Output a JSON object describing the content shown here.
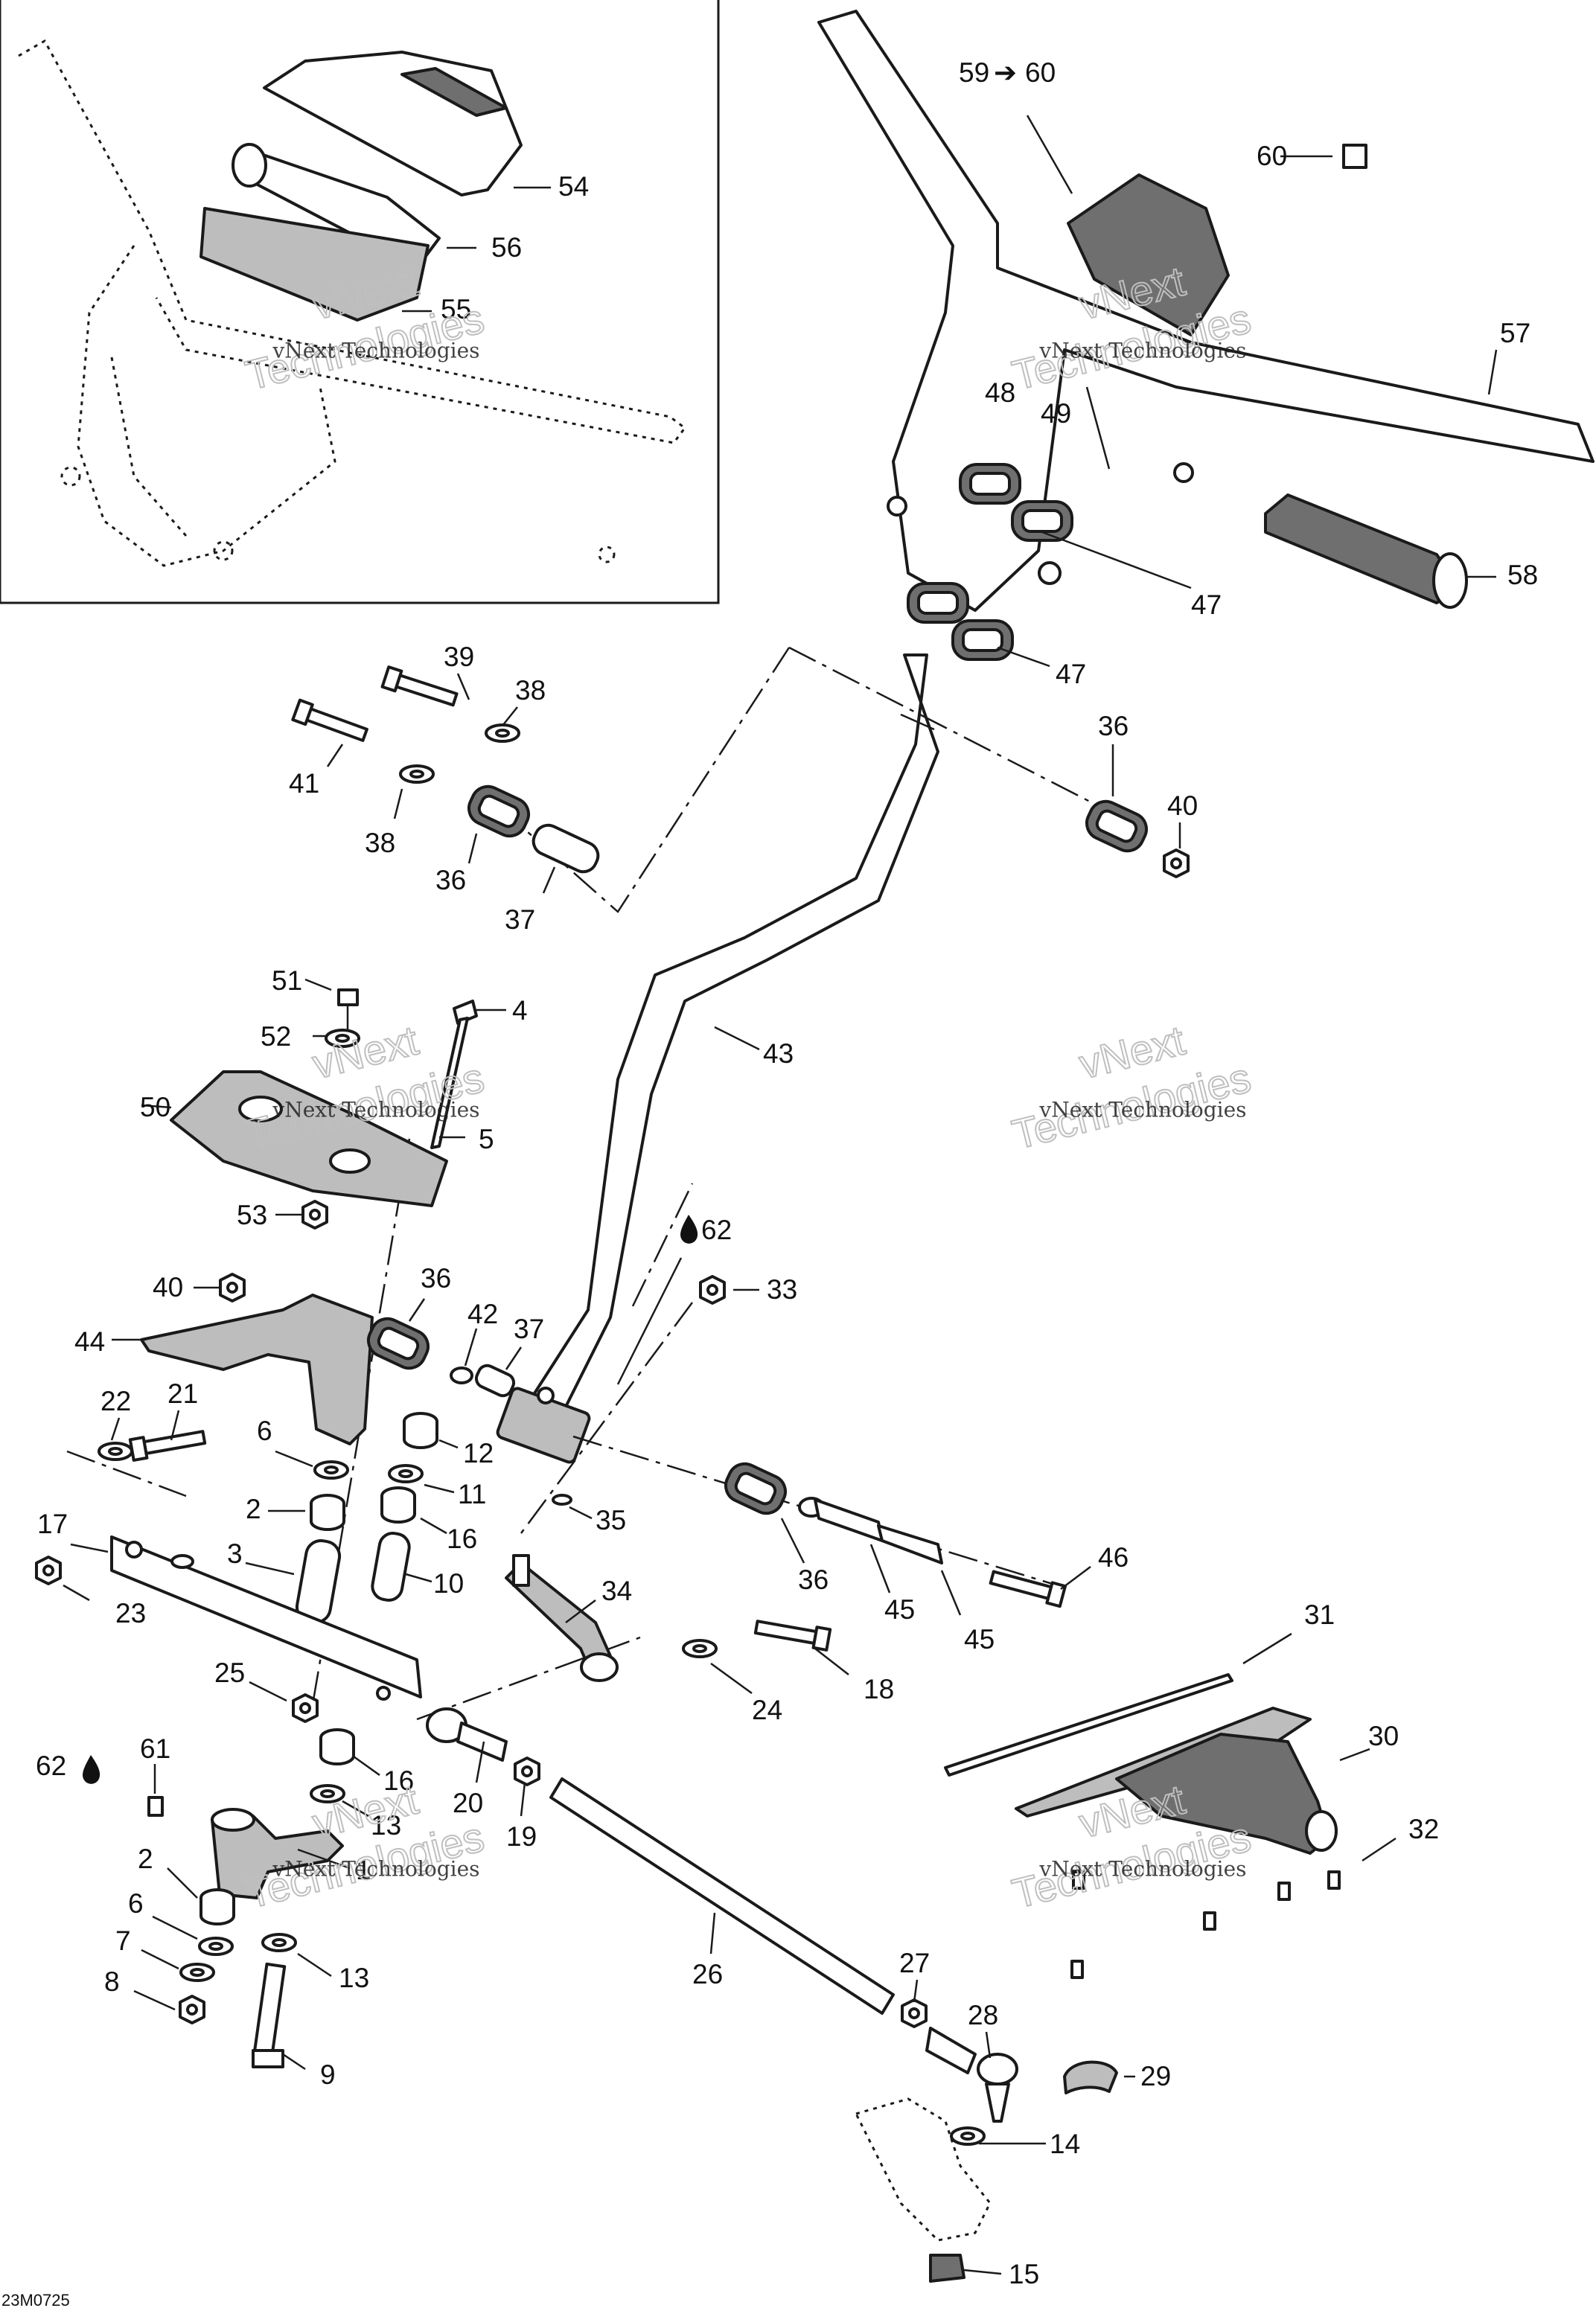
{
  "diagram": {
    "drawing_id": "23M0725",
    "watermark_lines": [
      "vNext Technologies",
      "vNext",
      "Technologies"
    ],
    "arrow_glyph": "➔",
    "lubricant_icon": "oil-drop-icon",
    "callouts": {
      "c1": "1",
      "c2a": "2",
      "c2b": "2",
      "c3": "3",
      "c4": "4",
      "c5": "5",
      "c6a": "6",
      "c6b": "6",
      "c7": "7",
      "c8": "8",
      "c9": "9",
      "c10": "10",
      "c11": "11",
      "c12": "12",
      "c13a": "13",
      "c13b": "13",
      "c14": "14",
      "c15": "15",
      "c16a": "16",
      "c16b": "16",
      "c17": "17",
      "c18": "18",
      "c19": "19",
      "c20": "20",
      "c21": "21",
      "c22": "22",
      "c23": "23",
      "c24": "24",
      "c25": "25",
      "c26": "26",
      "c27": "27",
      "c28": "28",
      "c29": "29",
      "c30": "30",
      "c31": "31",
      "c32": "32",
      "c33": "33",
      "c34": "34",
      "c35": "35",
      "c36a": "36",
      "c36b": "36",
      "c36c": "36",
      "c36d": "36",
      "c37a": "37",
      "c37b": "37",
      "c38a": "38",
      "c38b": "38",
      "c39": "39",
      "c40a": "40",
      "c40b": "40",
      "c41": "41",
      "c42": "42",
      "c43": "43",
      "c44": "44",
      "c45a": "45",
      "c45b": "45",
      "c46": "46",
      "c47a": "47",
      "c47b": "47",
      "c48": "48",
      "c49": "49",
      "c50": "50",
      "c51": "51",
      "c52": "52",
      "c53": "53",
      "c54": "54",
      "c55": "55",
      "c56": "56",
      "c57": "57",
      "c58": "58",
      "c59_from": "59",
      "c59_to": "60",
      "c60": "60",
      "c61": "61",
      "c62a": "62",
      "c62b": "62"
    }
  }
}
